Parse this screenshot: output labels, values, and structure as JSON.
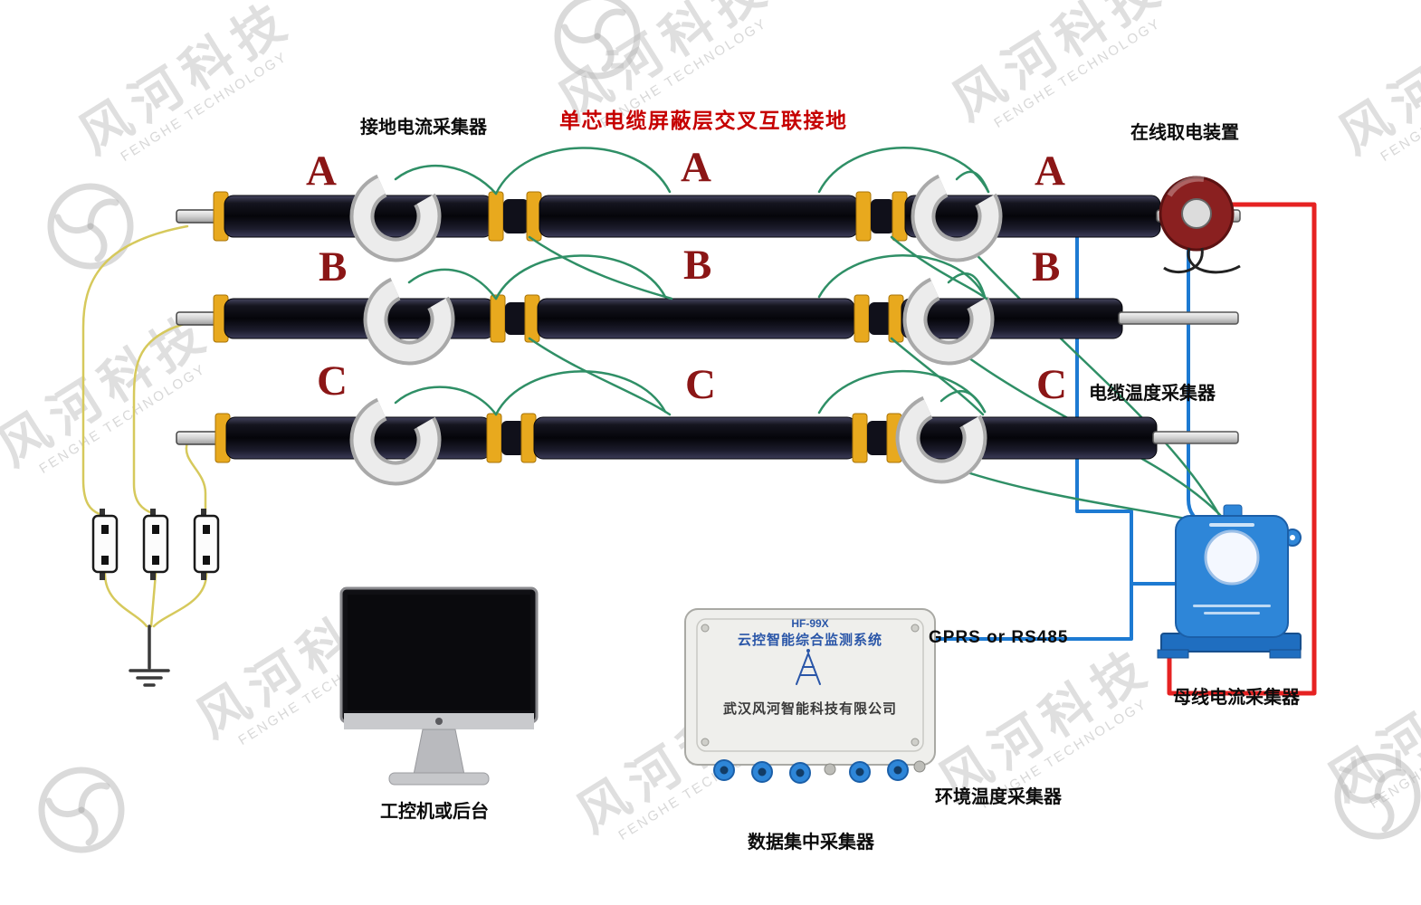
{
  "title": "单芯电缆屏蔽层交叉互联接地",
  "labels": {
    "grounding_current_collector": "接地电流采集器",
    "online_power_device": "在线取电装置",
    "cable_temperature_collector": "电缆温度采集器",
    "comm_link": "GPRS or RS485",
    "busbar_current_collector": "母线电流采集器",
    "industrial_computer": "工控机或后台",
    "environment_temperature_collector": "环境温度采集器",
    "data_concentrator": "数据集中采集器"
  },
  "phases": {
    "a": "A",
    "b": "B",
    "c": "C"
  },
  "collector_box": {
    "model": "HF-99X",
    "system_name": "云控智能综合监测系统",
    "company": "武汉风河智能科技有限公司"
  },
  "watermark": {
    "text": "风河科技",
    "subtext": "FENGHE TECHNOLOGY"
  },
  "colors": {
    "title_red": "#c60000",
    "phase_red": "#8b1616",
    "wire_red": "#e62222",
    "wire_blue": "#1d7ad2",
    "wire_green": "#2f8f66",
    "wire_yellow": "#d6c95c",
    "band_yellow": "#e8a91e",
    "device_blue": "#2e86d8",
    "power_ct_red": "#8a2020"
  }
}
